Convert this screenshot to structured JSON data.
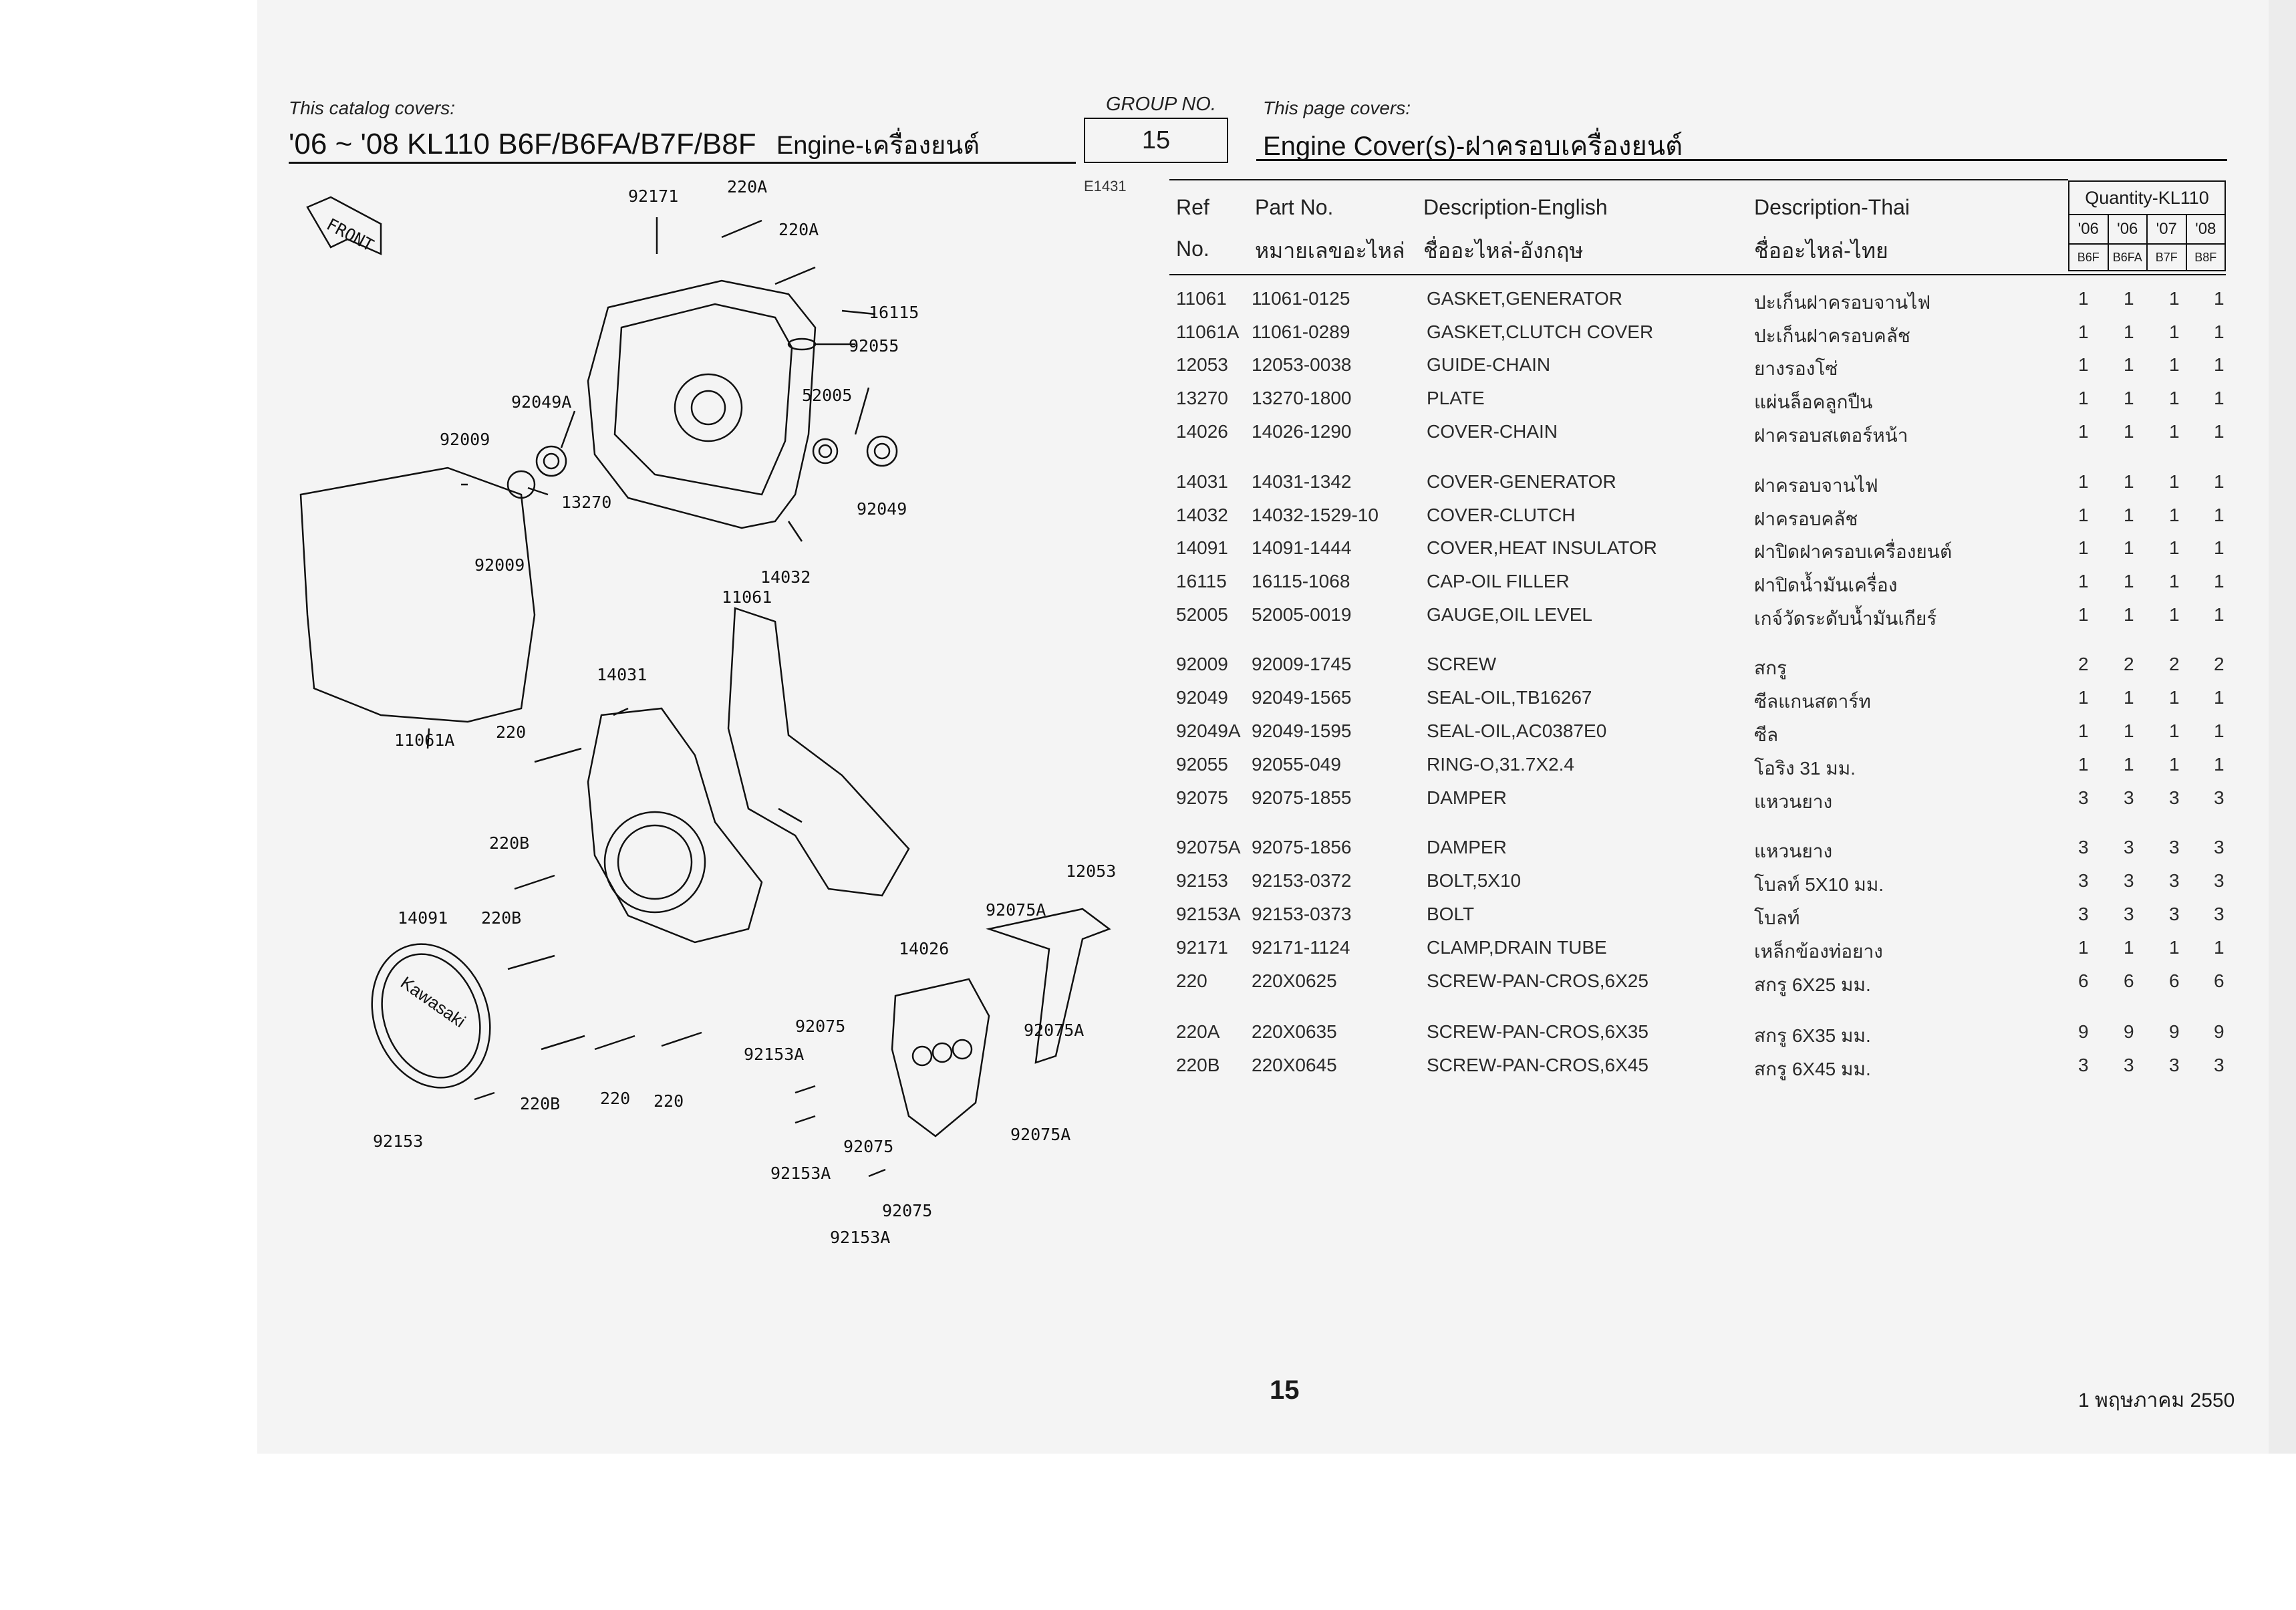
{
  "header": {
    "catalog_covers_label": "This catalog covers:",
    "catalog_title": "'06 ~ '08 KL110 B6F/B6FA/B7F/B8F",
    "catalog_section": "Engine-เครื่องยนต์",
    "group_label": "GROUP NO.",
    "group_no": "15",
    "page_covers_label": "This page covers:",
    "page_title": "Engine Cover(s)-ฝาครอบเครื่องยนต์",
    "figure_code": "E1431"
  },
  "table": {
    "headers": {
      "ref_1": "Ref",
      "ref_2": "No.",
      "part_1": "Part No.",
      "part_2": "หมายเลขอะไหล่",
      "en_1": "Description-English",
      "en_2": "ชื่ออะไหล่-อังกฤษ",
      "th_1": "Description-Thai",
      "th_2": "ชื่ออะไหล่-ไทย",
      "qty_title": "Quantity-KL110",
      "years": [
        "'06",
        "'06",
        "'07",
        "'08"
      ],
      "models": [
        "B6F",
        "B6FA",
        "B7F",
        "B8F"
      ]
    },
    "rows": [
      {
        "ref": "11061",
        "part": "11061-0125",
        "en": "GASKET,GENERATOR",
        "th": "ปะเก็นฝาครอบจานไฟ",
        "q": [
          "1",
          "1",
          "1",
          "1"
        ]
      },
      {
        "ref": "11061A",
        "part": "11061-0289",
        "en": "GASKET,CLUTCH COVER",
        "th": "ปะเก็นฝาครอบคลัช",
        "q": [
          "1",
          "1",
          "1",
          "1"
        ]
      },
      {
        "ref": "12053",
        "part": "12053-0038",
        "en": "GUIDE-CHAIN",
        "th": "ยางรองโซ่",
        "q": [
          "1",
          "1",
          "1",
          "1"
        ]
      },
      {
        "ref": "13270",
        "part": "13270-1800",
        "en": "PLATE",
        "th": "แผ่นล็อคลูกปืน",
        "q": [
          "1",
          "1",
          "1",
          "1"
        ]
      },
      {
        "ref": "14026",
        "part": "14026-1290",
        "en": "COVER-CHAIN",
        "th": "ฝาครอบสเตอร์หน้า",
        "q": [
          "1",
          "1",
          "1",
          "1"
        ]
      },
      {
        "ref": "14031",
        "part": "14031-1342",
        "en": "COVER-GENERATOR",
        "th": "ฝาครอบจานไฟ",
        "q": [
          "1",
          "1",
          "1",
          "1"
        ]
      },
      {
        "ref": "14032",
        "part": "14032-1529-10",
        "en": "COVER-CLUTCH",
        "th": "ฝาครอบคลัช",
        "q": [
          "1",
          "1",
          "1",
          "1"
        ]
      },
      {
        "ref": "14091",
        "part": "14091-1444",
        "en": "COVER,HEAT INSULATOR",
        "th": "ฝาปิดฝาครอบเครื่องยนต์",
        "q": [
          "1",
          "1",
          "1",
          "1"
        ]
      },
      {
        "ref": "16115",
        "part": "16115-1068",
        "en": "CAP-OIL FILLER",
        "th": "ฝาปิดน้ำมันเครื่อง",
        "q": [
          "1",
          "1",
          "1",
          "1"
        ]
      },
      {
        "ref": "52005",
        "part": "52005-0019",
        "en": "GAUGE,OIL LEVEL",
        "th": "เกจ์วัดระดับน้ำมันเกียร์",
        "q": [
          "1",
          "1",
          "1",
          "1"
        ]
      },
      {
        "ref": "92009",
        "part": "92009-1745",
        "en": "SCREW",
        "th": "สกรู",
        "q": [
          "2",
          "2",
          "2",
          "2"
        ]
      },
      {
        "ref": "92049",
        "part": "92049-1565",
        "en": "SEAL-OIL,TB16267",
        "th": "ซีลแกนสตาร์ท",
        "q": [
          "1",
          "1",
          "1",
          "1"
        ]
      },
      {
        "ref": "92049A",
        "part": "92049-1595",
        "en": "SEAL-OIL,AC0387E0",
        "th": "ซีล",
        "q": [
          "1",
          "1",
          "1",
          "1"
        ]
      },
      {
        "ref": "92055",
        "part": "92055-049",
        "en": "RING-O,31.7X2.4",
        "th": "โอริง 31 มม.",
        "q": [
          "1",
          "1",
          "1",
          "1"
        ]
      },
      {
        "ref": "92075",
        "part": "92075-1855",
        "en": "DAMPER",
        "th": "แหวนยาง",
        "q": [
          "3",
          "3",
          "3",
          "3"
        ]
      },
      {
        "ref": "92075A",
        "part": "92075-1856",
        "en": "DAMPER",
        "th": "แหวนยาง",
        "q": [
          "3",
          "3",
          "3",
          "3"
        ]
      },
      {
        "ref": "92153",
        "part": "92153-0372",
        "en": "BOLT,5X10",
        "th": "โบลท์ 5X10 มม.",
        "q": [
          "3",
          "3",
          "3",
          "3"
        ]
      },
      {
        "ref": "92153A",
        "part": "92153-0373",
        "en": "BOLT",
        "th": "โบลท์",
        "q": [
          "3",
          "3",
          "3",
          "3"
        ]
      },
      {
        "ref": "92171",
        "part": "92171-1124",
        "en": "CLAMP,DRAIN TUBE",
        "th": "เหล็กข้องท่อยาง",
        "q": [
          "1",
          "1",
          "1",
          "1"
        ]
      },
      {
        "ref": "220",
        "part": "220X0625",
        "en": "SCREW-PAN-CROS,6X25",
        "th": "สกรู 6X25 มม.",
        "q": [
          "6",
          "6",
          "6",
          "6"
        ]
      },
      {
        "ref": "220A",
        "part": "220X0635",
        "en": "SCREW-PAN-CROS,6X35",
        "th": "สกรู 6X35 มม.",
        "q": [
          "9",
          "9",
          "9",
          "9"
        ]
      },
      {
        "ref": "220B",
        "part": "220X0645",
        "en": "SCREW-PAN-CROS,6X45",
        "th": "สกรู 6X45 มม.",
        "q": [
          "3",
          "3",
          "3",
          "3"
        ]
      }
    ]
  },
  "diagram": {
    "front_label": "FRONT",
    "brand_text": "Kawasaki",
    "callouts": {
      "c92171": "92171",
      "c220A_1": "220A",
      "c220A_2": "220A",
      "c16115": "16115",
      "c92055": "92055",
      "c52005": "52005",
      "c92049A": "92049A",
      "c92009_1": "92009",
      "c13270": "13270",
      "c92049": "92049",
      "c92009_2": "92009",
      "c14032": "14032",
      "c11061": "11061",
      "c14031": "14031",
      "c11061A": "11061A",
      "c220": "220",
      "c220B_1": "220B",
      "c12053": "12053",
      "c14091": "14091",
      "c220B_2": "220B",
      "c92075A_1": "92075A",
      "c14026": "14026",
      "c92075_1": "92075",
      "c92075A_2": "92075A",
      "c92153A_1": "92153A",
      "c220B_3": "220B",
      "c220_2": "220",
      "c220_3": "220",
      "c92153": "92153",
      "c92075_2": "92075",
      "c92153A_2": "92153A",
      "c92075A_3": "92075A",
      "c92075_3": "92075",
      "c92153A_3": "92153A"
    }
  },
  "footer": {
    "page_number": "15",
    "date": "1 พฤษภาคม 2550"
  }
}
